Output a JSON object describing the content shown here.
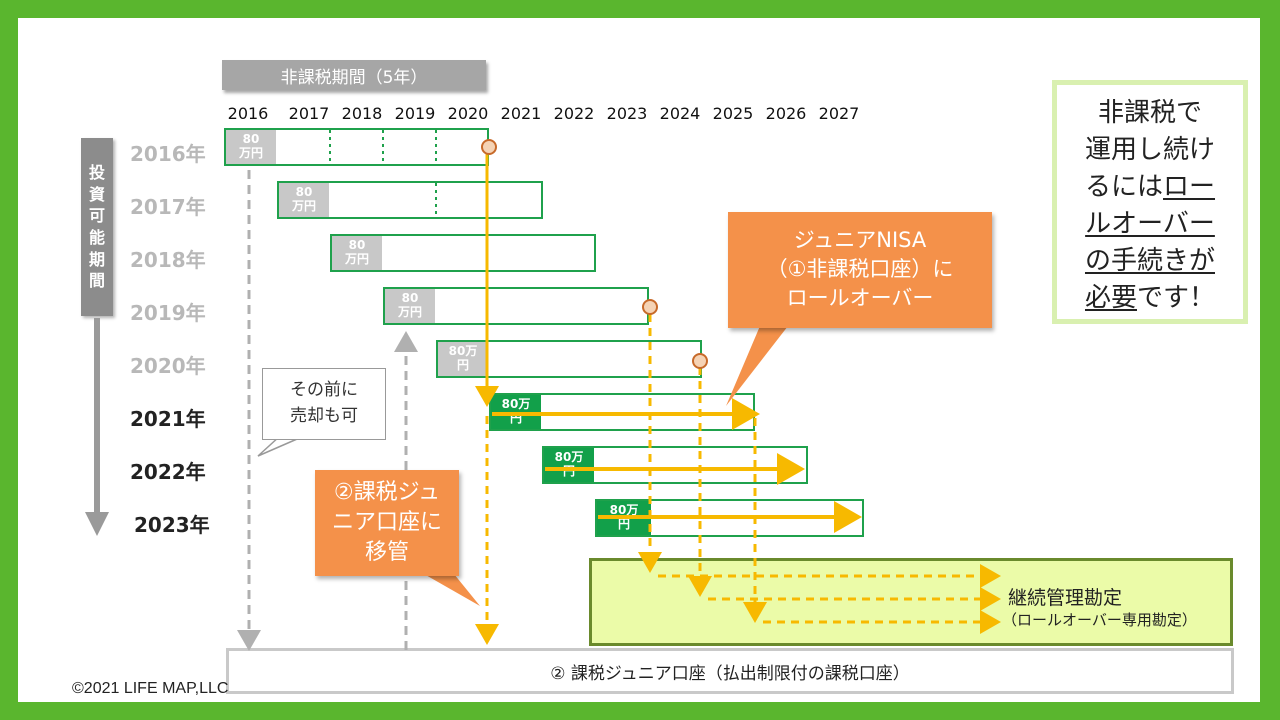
{
  "header_title": "非課税期間（5年）",
  "years": [
    "2016",
    "2017",
    "2018",
    "2019",
    "2020",
    "2021",
    "2022",
    "2023",
    "2024",
    "2025",
    "2026",
    "2027"
  ],
  "rows": [
    {
      "label": "2016年",
      "amount_top": "80",
      "amount_bottom": "万円",
      "current": false
    },
    {
      "label": "2017年",
      "amount_top": "80",
      "amount_bottom": "万円",
      "current": false
    },
    {
      "label": "2018年",
      "amount_top": "80",
      "amount_bottom": "万円",
      "current": false
    },
    {
      "label": "2019年",
      "amount_top": "80",
      "amount_bottom": "万円",
      "current": false
    },
    {
      "label": "2020年",
      "amount_top": "80万",
      "amount_bottom": "円",
      "current": false
    },
    {
      "label": "2021年",
      "amount_top": "80万",
      "amount_bottom": "円",
      "current": true
    },
    {
      "label": "2022年",
      "amount_top": "80万",
      "amount_bottom": "円",
      "current": true
    },
    {
      "label": "2023年",
      "amount_top": "80万",
      "amount_bottom": "円",
      "current": true
    }
  ],
  "investment_period_chars": [
    "投",
    "資",
    "可",
    "能",
    "期",
    "間"
  ],
  "info_box": {
    "lines": [
      {
        "plain": "非課税で"
      },
      {
        "plain": "運用し続け"
      },
      {
        "plain": "るには",
        "underlined": "ロー"
      },
      {
        "underlined": "ルオーバー"
      },
      {
        "underlined": "の手続きが"
      },
      {
        "underlined": "必要",
        "plain": "です！"
      }
    ]
  },
  "rollover_callout": {
    "line1": "ジュニアNISA",
    "line2": "（①非課税口座）に",
    "line3": "ロールオーバー"
  },
  "taxable_callout": {
    "line1": "②課税ジュ",
    "line2": "ニア口座に",
    "line3": "移管"
  },
  "sell_callout": {
    "line1": "その前に",
    "line2": "売却も可"
  },
  "continuous_account": {
    "title": "継続管理勘定",
    "subtitle": "（ロールオーバー専用勘定）"
  },
  "bottom_account": "② 課税ジュニア口座（払出制限付の課税口座）",
  "copyright": "©2021 LIFE MAP,LLC",
  "colors": {
    "frame": "#5ab62e",
    "box_green": "#1fa14c",
    "arrow_yellow": "#f7b900",
    "callout_orange": "#f4914a",
    "continuous_fill": "#ebfba8"
  }
}
